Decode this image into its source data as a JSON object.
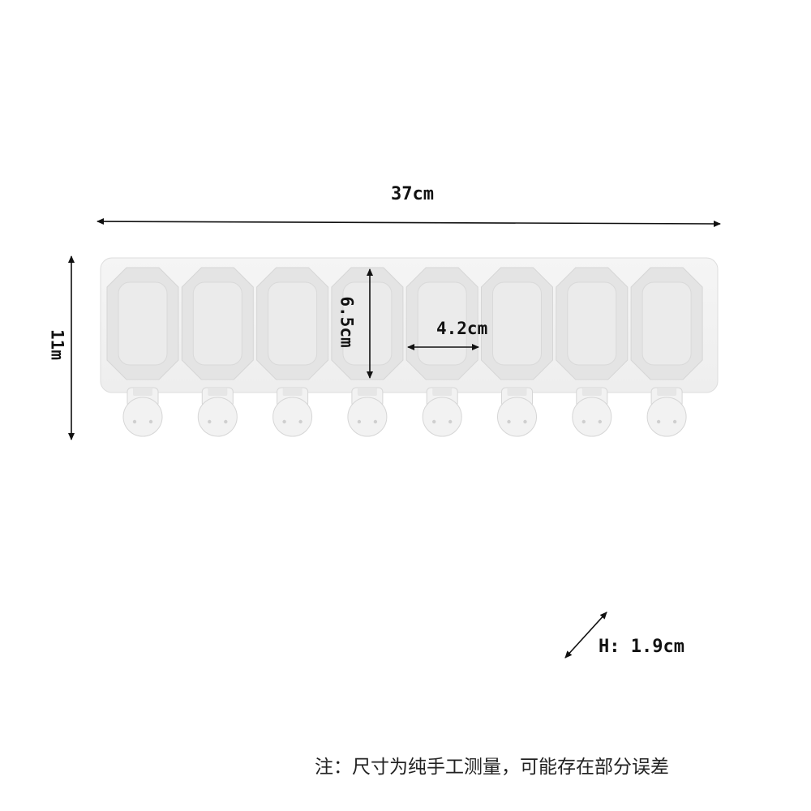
{
  "dimensions": {
    "overall_width": "37cm",
    "overall_depth": "11m",
    "cavity_height": "6.5cm",
    "cavity_width": "4.2cm",
    "mold_height": "H: 1.9cm"
  },
  "cavity_count": 8,
  "note": "注：尺寸为纯手工测量，可能存在部分误差",
  "colors": {
    "background": "#ffffff",
    "mold": "#f2f2f2",
    "cavity_bevel": "#e4e4e4",
    "cavity_floor": "#ebebeb",
    "edge": "#d6d6d6",
    "arrow": "#111111"
  }
}
